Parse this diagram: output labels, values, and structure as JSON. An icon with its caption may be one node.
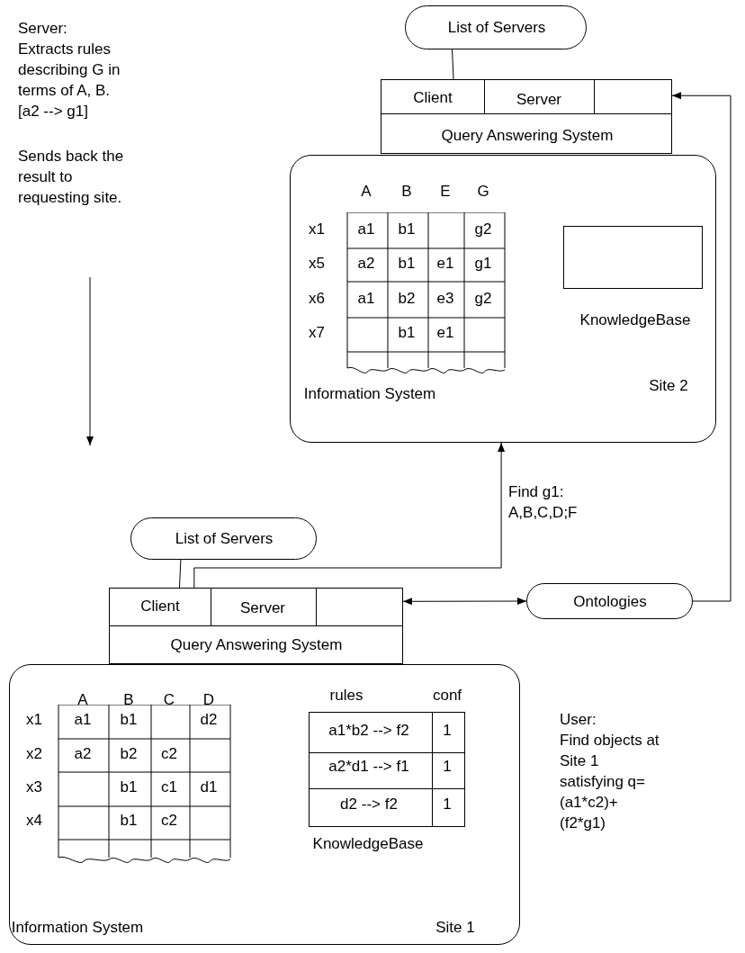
{
  "diagram": {
    "nodes": [
      {
        "text": [
          "List of Servers"
        ]
      },
      {
        "text": [
          "Client",
          "Server",
          "Query Answering System"
        ]
      },
      {
        "text": [
          "Site 2"
        ]
      },
      {
        "text": [
          "Information System"
        ],
        "in": 2
      },
      {
        "text": [
          "KnowledgeBase"
        ],
        "in": 2
      },
      {
        "text": [
          "List of Servers"
        ]
      },
      {
        "text": [
          "Client",
          "Server",
          "Query Answering System"
        ]
      },
      {
        "text": [
          "Ontologies"
        ]
      },
      {
        "text": [
          "Site 1"
        ]
      },
      {
        "text": [
          "Information System"
        ],
        "in": 8
      },
      {
        "text": [
          "KnowledgeBase"
        ],
        "in": 8
      }
    ],
    "edges": [
      {
        "from": 0,
        "to": 1,
        "arrow": "none"
      },
      {
        "from": 5,
        "to": 6,
        "arrow": "none"
      },
      {
        "from": 6,
        "to": 2,
        "arrow": "to",
        "label": "Find g1: A,B,C,D;F"
      },
      {
        "from": 6,
        "to": 7,
        "arrow": "both"
      },
      {
        "from": 7,
        "to": 1,
        "arrow": "to"
      }
    ],
    "labels": [
      "Server:",
      "Extracts rules describing G in terms of A, B.",
      "[a2 --> g1]",
      "Sends back the result to requesting site.",
      "A",
      "B",
      "E",
      "G",
      "x1",
      "a1",
      "b1",
      "g2",
      "x5",
      "a2",
      "b1",
      "e1",
      "g1",
      "x6",
      "a1",
      "b2",
      "e3",
      "g2",
      "x7",
      "b1",
      "e1",
      "A",
      "B",
      "C",
      "D",
      "x1",
      "a1",
      "b1",
      "d2",
      "x2",
      "a2",
      "b2",
      "c2",
      "x3",
      "b1",
      "c1",
      "d1",
      "x4",
      "b1",
      "c2",
      "rules",
      "conf",
      "a1*b2 --> f2",
      "1",
      "a2*d1 --> f1",
      "1",
      "d2 --> f2",
      "1",
      "User:",
      "Find objects at Site 1 satisfying q=(a1*c2)+(f2*g1)"
    ]
  }
}
